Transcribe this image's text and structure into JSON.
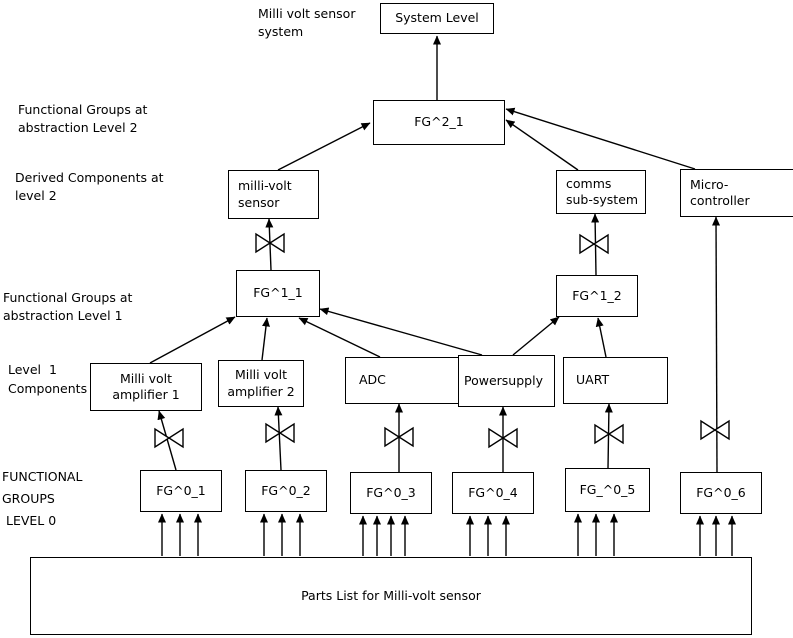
{
  "diagram": {
    "annotations": {
      "system_note": "Milli volt sensor\nsystem",
      "fg_level2": "Functional Groups at\nabstraction Level 2",
      "derived_level2": "Derived Components at\nlevel 2",
      "fg_level1": "Functional Groups at\nabstraction Level 1",
      "components_level1": "Level  1\nComponents",
      "fg_level0": "FUNCTIONAL\nGROUPS\n LEVEL 0"
    },
    "nodes": {
      "system_level": "System Level",
      "fg2_1": "FG^2_1",
      "millivolt_sensor": "milli-volt\nsensor",
      "comms_subsystem": "comms\nsub-system",
      "microcontroller": "Micro-\ncontroller",
      "fg1_1": "FG^1_1",
      "fg1_2": "FG^1_2",
      "amplifier1": "Milli volt\namplifier 1",
      "amplifier2": "Milli volt\namplifier 2",
      "adc": "ADC",
      "powersupply": "Powersupply",
      "uart": "UART",
      "fg0_1": "FG^0_1",
      "fg0_2": "FG^0_2",
      "fg0_3": "FG^0_3",
      "fg0_4": "FG^0_4",
      "fg0_5": "FG_^0_5",
      "fg0_6": "FG^0_6",
      "parts_list": "Parts List for Milli-volt sensor"
    },
    "edges": [
      "fg2_1 -> system_level",
      "millivolt_sensor -> fg2_1",
      "comms_subsystem -> fg2_1",
      "microcontroller -> fg2_1",
      "amplifier1 -> fg1_1",
      "amplifier2 -> fg1_1",
      "adc -> fg1_1",
      "powersupply -> fg1_1",
      "powersupply -> fg1_2",
      "uart -> fg1_2",
      "fg1_1 =bowtie= millivolt_sensor",
      "fg1_2 =bowtie= comms_subsystem",
      "fg0_1 =bowtie= amplifier1",
      "fg0_2 =bowtie= amplifier2",
      "fg0_3 =bowtie= adc",
      "fg0_4 =bowtie= powersupply",
      "fg0_5 =bowtie= uart",
      "fg0_6 =bowtie= microcontroller",
      "parts_list -> fg0_1",
      "parts_list -> fg0_2",
      "parts_list -> fg0_3",
      "parts_list -> fg0_4",
      "parts_list -> fg0_5",
      "parts_list -> fg0_6"
    ],
    "colors": {
      "line": "#000000",
      "box_fill": "#ffffff",
      "background": "#ffffff"
    }
  }
}
